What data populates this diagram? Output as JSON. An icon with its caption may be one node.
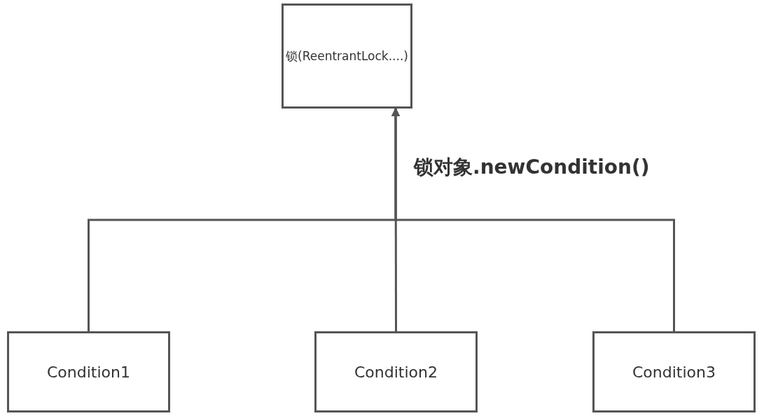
{
  "diagram": {
    "nodes": [
      {
        "text": [
          "锁(ReentrantLock....)"
        ]
      },
      {
        "text": [
          "Condition1"
        ]
      },
      {
        "text": [
          "Condition2"
        ]
      },
      {
        "text": [
          "Condition3"
        ]
      }
    ],
    "edges": [
      {
        "from": 1,
        "to": 0,
        "arrow": "to"
      },
      {
        "from": 2,
        "to": 0,
        "arrow": "to",
        "label": "锁对象.newCondition()"
      },
      {
        "from": 3,
        "to": 0,
        "arrow": "to"
      }
    ]
  }
}
